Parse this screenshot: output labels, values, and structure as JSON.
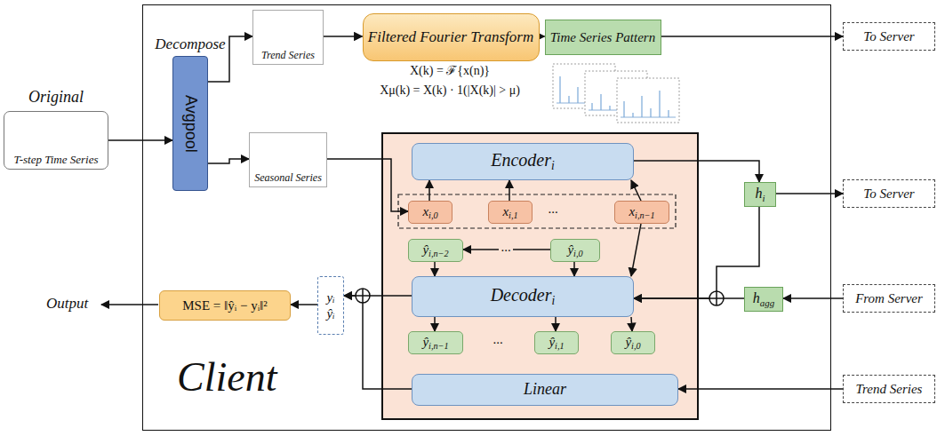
{
  "diagram": {
    "nodes": [
      {
        "text": [
          "Original",
          "T-step Time Series"
        ]
      },
      {
        "text": [
          "Client"
        ]
      },
      {
        "text": [
          "Decompose",
          "Avgpool"
        ],
        "in": 1
      },
      {
        "text": [
          "Trend Series"
        ],
        "in": 1
      },
      {
        "text": [
          "Filtered Fourier Transform"
        ],
        "in": 1
      },
      {
        "text": [
          "Time Series Pattern"
        ],
        "in": 1
      },
      {
        "text": [
          "To Server"
        ]
      },
      {
        "text": [
          "Seasonal Series"
        ],
        "in": 1
      },
      {
        "text": [
          "Encoder",
          "i"
        ],
        "in": 1
      },
      {
        "text": [
          "x",
          "i,0"
        ],
        "in": 1
      },
      {
        "text": [
          "x",
          "i,1"
        ],
        "in": 1
      },
      {
        "text": [
          "x",
          "i,n−1"
        ],
        "in": 1
      },
      {
        "text": [
          "ŷ",
          "i,n−2"
        ],
        "in": 1
      },
      {
        "text": [
          "ŷ",
          "i,0"
        ],
        "in": 1
      },
      {
        "text": [
          "Decoder",
          "i"
        ],
        "in": 1
      },
      {
        "text": [
          "ŷ",
          "i,n−1"
        ],
        "in": 1
      },
      {
        "text": [
          "ŷ",
          "i,1"
        ],
        "in": 1
      },
      {
        "text": [
          "ŷ",
          "i,0"
        ],
        "in": 1
      },
      {
        "text": [
          "Linear"
        ],
        "in": 1
      },
      {
        "text": [
          "h",
          "i"
        ],
        "in": 1
      },
      {
        "text": [
          "To Server"
        ]
      },
      {
        "text": [
          "h",
          "agg"
        ],
        "in": 1
      },
      {
        "text": [
          "From Server"
        ]
      },
      {
        "text": [
          "Trend Series"
        ]
      },
      {
        "text": [
          "yᵢ",
          "ŷᵢ"
        ],
        "in": 1
      },
      {
        "text": [
          "MSE = ‖ŷᵢ − yᵢ‖²"
        ],
        "in": 1
      }
    ],
    "edges": [
      {
        "from": 0,
        "to": 2,
        "arrow": "to"
      },
      {
        "from": 2,
        "to": 3,
        "arrow": "to"
      },
      {
        "from": 2,
        "to": 7,
        "arrow": "to"
      },
      {
        "from": 3,
        "to": 4,
        "arrow": "to"
      },
      {
        "from": 4,
        "to": 5,
        "arrow": "to"
      },
      {
        "from": 5,
        "to": 6,
        "arrow": "to"
      },
      {
        "from": 7,
        "to": 9,
        "arrow": "to"
      },
      {
        "from": 9,
        "to": 8,
        "arrow": "to"
      },
      {
        "from": 10,
        "to": 8,
        "arrow": "to"
      },
      {
        "from": 11,
        "to": 8,
        "arrow": "to"
      },
      {
        "from": 8,
        "to": 19,
        "arrow": "to"
      },
      {
        "from": 19,
        "to": 20,
        "arrow": "to"
      },
      {
        "from": 19,
        "to": 14,
        "arrow": "to"
      },
      {
        "from": 22,
        "to": 21,
        "arrow": "to"
      },
      {
        "from": 21,
        "to": 14,
        "arrow": "to"
      },
      {
        "from": 11,
        "to": 14,
        "arrow": "to"
      },
      {
        "from": 13,
        "to": 12,
        "arrow": "to"
      },
      {
        "from": 12,
        "to": 14,
        "arrow": "to"
      },
      {
        "from": 13,
        "to": 14,
        "arrow": "to"
      },
      {
        "from": 14,
        "to": 15,
        "arrow": "to"
      },
      {
        "from": 14,
        "to": 16,
        "arrow": "to"
      },
      {
        "from": 14,
        "to": 17,
        "arrow": "to"
      },
      {
        "from": 14,
        "to": 24,
        "arrow": "to"
      },
      {
        "from": 18,
        "to": 24,
        "arrow": "to"
      },
      {
        "from": 23,
        "to": 18,
        "arrow": "to"
      },
      {
        "from": 24,
        "to": 25,
        "arrow": "to"
      }
    ],
    "labels": [
      "X(k) = ℱ{x(n)}",
      "Xμ(k) = X(k) · 1(|X(k)| > μ)",
      "...",
      "...",
      "...",
      "Output"
    ]
  }
}
